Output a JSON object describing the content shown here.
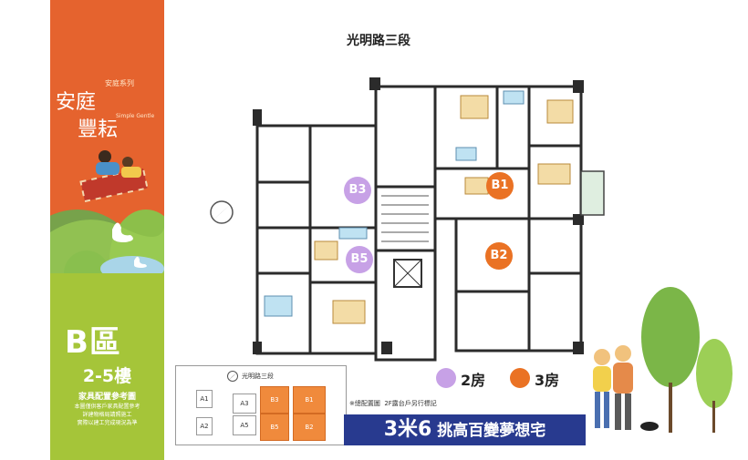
{
  "road_name": "光明路三段",
  "brand": {
    "series": "安庭系列",
    "title_line1": "安庭",
    "title_line2": "豐耘",
    "subtitle": "Simple Gentle"
  },
  "zone": {
    "title": "B區",
    "floors": "2-5樓",
    "furniture_label": "家具配置參考圖",
    "disclaimer_lines": [
      "本圖僅供客戶家具配置參考",
      "詳建物格局請照施工",
      "實際以建工完成現況為準"
    ]
  },
  "units": [
    {
      "id": "B3",
      "rooms": "2房",
      "color": "#c7a1e6"
    },
    {
      "id": "B5",
      "rooms": "2房",
      "color": "#c7a1e6"
    },
    {
      "id": "B1",
      "rooms": "3房",
      "color": "#ea7224"
    },
    {
      "id": "B2",
      "rooms": "3房",
      "color": "#ea7224"
    }
  ],
  "legend": [
    {
      "label": "2房",
      "color": "#c7a1e6"
    },
    {
      "label": "3房",
      "color": "#ea7224"
    }
  ],
  "keymap": {
    "road": "光明路三段",
    "cells": [
      "A1",
      "A3",
      "B3",
      "B1",
      "A2",
      "A5",
      "B5",
      "B2"
    ],
    "note_label": "※總配置圖",
    "note_text": "2F露台戶另行標記"
  },
  "slogan": {
    "prefix": "3米6",
    "rest": "挑高百變夢想宅"
  },
  "colors": {
    "banner_orange": "#e5632e",
    "banner_green": "#a5c539",
    "slogan_blue": "#283a8f"
  },
  "icons": [
    "north-arrow-icon",
    "compass-icon"
  ]
}
